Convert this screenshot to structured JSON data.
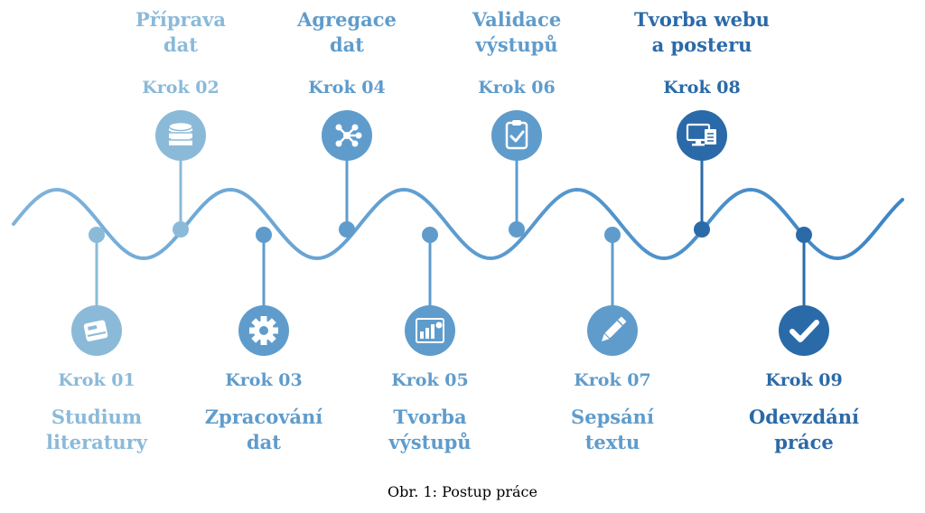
{
  "colors": {
    "light": "#8bbad9",
    "mid": "#5f9ccc",
    "dark": "#2b6aa8",
    "wave": "#5c9cd0"
  },
  "steps": [
    {
      "krok": "Krok 01",
      "title_lines": [
        "Studium",
        "literatury"
      ],
      "icon": "book-icon"
    },
    {
      "krok": "Krok 02",
      "title_lines": [
        "Příprava",
        "dat"
      ],
      "icon": "database-icon"
    },
    {
      "krok": "Krok 03",
      "title_lines": [
        "Zpracování",
        "dat"
      ],
      "icon": "gear-icon"
    },
    {
      "krok": "Krok 04",
      "title_lines": [
        "Agregace",
        "dat"
      ],
      "icon": "network-icon"
    },
    {
      "krok": "Krok 05",
      "title_lines": [
        "Tvorba",
        "výstupů"
      ],
      "icon": "chart-report-icon"
    },
    {
      "krok": "Krok 06",
      "title_lines": [
        "Validace",
        "výstupů"
      ],
      "icon": "clipboard-check-icon"
    },
    {
      "krok": "Krok 07",
      "title_lines": [
        "Sepsání",
        "textu"
      ],
      "icon": "pencil-icon"
    },
    {
      "krok": "Krok 08",
      "title_lines": [
        "Tvorba webu",
        "a posteru"
      ],
      "icon": "monitor-icon"
    },
    {
      "krok": "Krok 09",
      "title_lines": [
        "Odevzdání",
        "práce"
      ],
      "icon": "checkmark-icon"
    }
  ],
  "caption": "Obr. 1: Postup práce"
}
